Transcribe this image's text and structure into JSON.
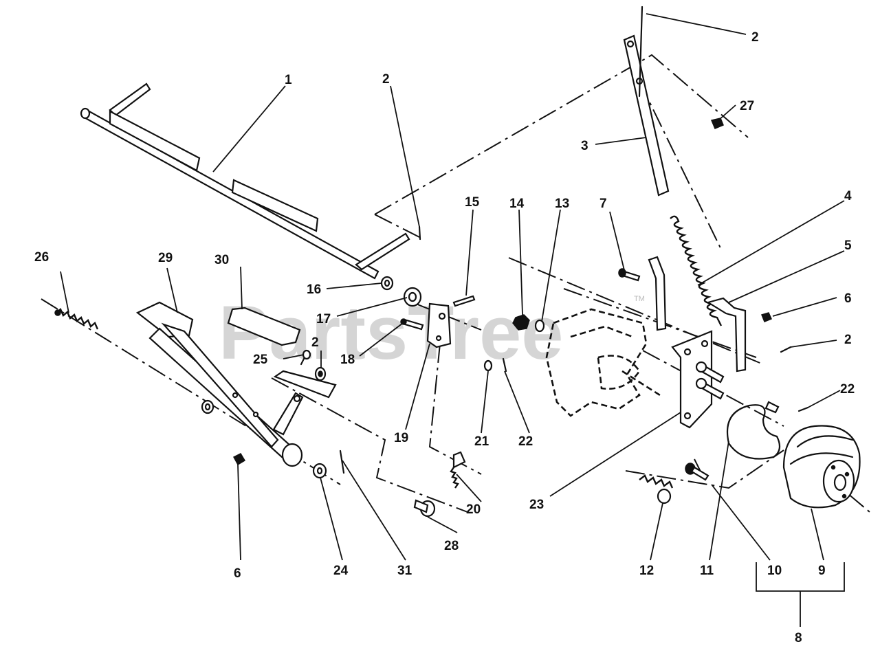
{
  "watermark": {
    "text": "PartsTree",
    "trademark": "TM"
  },
  "callouts": [
    {
      "id": "c1",
      "label": "1"
    },
    {
      "id": "c2a",
      "label": "2"
    },
    {
      "id": "c2b",
      "label": "2"
    },
    {
      "id": "c2c",
      "label": "2"
    },
    {
      "id": "c2d",
      "label": "2"
    },
    {
      "id": "c3",
      "label": "3"
    },
    {
      "id": "c4",
      "label": "4"
    },
    {
      "id": "c5",
      "label": "5"
    },
    {
      "id": "c6a",
      "label": "6"
    },
    {
      "id": "c6b",
      "label": "6"
    },
    {
      "id": "c7",
      "label": "7"
    },
    {
      "id": "c8",
      "label": "8"
    },
    {
      "id": "c9",
      "label": "9"
    },
    {
      "id": "c10",
      "label": "10"
    },
    {
      "id": "c11",
      "label": "11"
    },
    {
      "id": "c12",
      "label": "12"
    },
    {
      "id": "c13",
      "label": "13"
    },
    {
      "id": "c14",
      "label": "14"
    },
    {
      "id": "c15",
      "label": "15"
    },
    {
      "id": "c16",
      "label": "16"
    },
    {
      "id": "c17",
      "label": "17"
    },
    {
      "id": "c18",
      "label": "18"
    },
    {
      "id": "c19",
      "label": "19"
    },
    {
      "id": "c20",
      "label": "20"
    },
    {
      "id": "c21",
      "label": "21"
    },
    {
      "id": "c22a",
      "label": "22"
    },
    {
      "id": "c22b",
      "label": "22"
    },
    {
      "id": "c23",
      "label": "23"
    },
    {
      "id": "c24",
      "label": "24"
    },
    {
      "id": "c25",
      "label": "25"
    },
    {
      "id": "c26",
      "label": "26"
    },
    {
      "id": "c27",
      "label": "27"
    },
    {
      "id": "c28",
      "label": "28"
    },
    {
      "id": "c29",
      "label": "29"
    },
    {
      "id": "c30",
      "label": "30"
    },
    {
      "id": "c31",
      "label": "31"
    }
  ]
}
